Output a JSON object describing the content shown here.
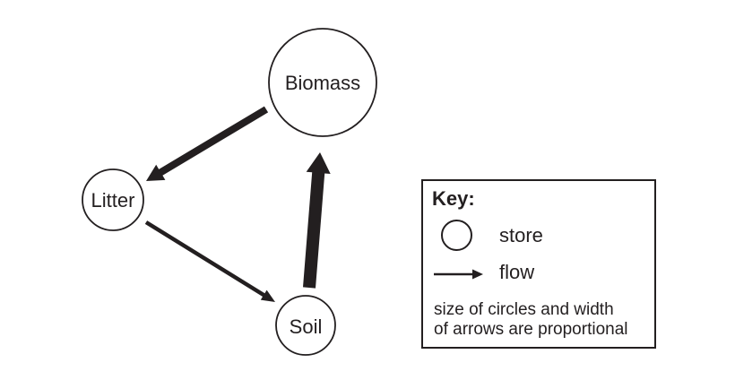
{
  "ink_color": "#231f20",
  "background_color": "#ffffff",
  "diagram": {
    "stores": [
      {
        "label": "Biomass",
        "size": "large"
      },
      {
        "label": "Litter",
        "size": "small"
      },
      {
        "label": "Soil",
        "size": "small"
      }
    ],
    "flows": [
      {
        "from": "Biomass",
        "to": "Litter",
        "width": "medium"
      },
      {
        "from": "Litter",
        "to": "Soil",
        "width": "thin"
      },
      {
        "from": "Soil",
        "to": "Biomass",
        "width": "thick"
      }
    ]
  },
  "key": {
    "title": "Key:",
    "store_label": "store",
    "flow_label": "flow",
    "note_lines": [
      "size of circles and width",
      "of arrows are proportional"
    ]
  }
}
